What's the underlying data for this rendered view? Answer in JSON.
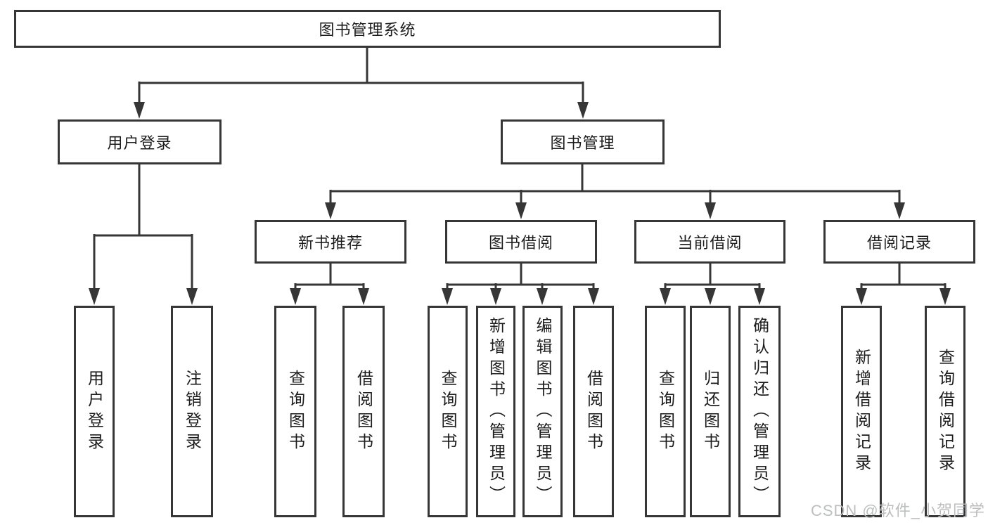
{
  "tree": {
    "root": {
      "label": "图书管理系统",
      "children": [
        {
          "label": "用户登录",
          "children": [
            {
              "label": "用户登录"
            },
            {
              "label": "注销登录"
            }
          ]
        },
        {
          "label": "图书管理",
          "children": [
            {
              "label": "新书推荐",
              "children": [
                {
                  "label": "查询图书"
                },
                {
                  "label": "借阅图书"
                }
              ]
            },
            {
              "label": "图书借阅",
              "children": [
                {
                  "label": "查询图书"
                },
                {
                  "label": "新增图书（管理员）"
                },
                {
                  "label": "编辑图书（管理员）"
                },
                {
                  "label": "借阅图书"
                }
              ]
            },
            {
              "label": "当前借阅",
              "children": [
                {
                  "label": "查询图书"
                },
                {
                  "label": "归还图书"
                },
                {
                  "label": "确认归还（管理员）"
                }
              ]
            },
            {
              "label": "借阅记录",
              "children": [
                {
                  "label": "新增借阅记录"
                },
                {
                  "label": "查询借阅记录"
                }
              ]
            }
          ]
        }
      ]
    }
  },
  "watermark": "CSDN @软件_小贺同学",
  "colors": {
    "line": "#363636",
    "box_border": "#363636",
    "text": "#1c1c1c",
    "watermark_text": "#bdbebf",
    "background": "#ffffff"
  }
}
